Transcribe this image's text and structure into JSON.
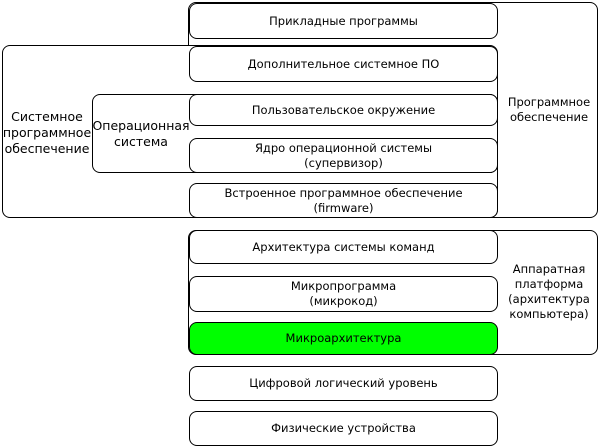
{
  "boxes": {
    "applied": "Прикладные программы",
    "extra_sys": "Дополнительное системное ПО",
    "user_env": "Пользовательское окружение",
    "kernel_l1": "Ядро операционной системы",
    "kernel_l2": "(супервизор)",
    "firmware_l1": "Встроенное программное обеспечение",
    "firmware_l2": "(firmware)",
    "isa": "Архитектура системы команд",
    "micro_l1": "Микропрограмма",
    "micro_l2": "(микрокод)",
    "microarch": "Микроархитектура",
    "digital_logic": "Цифровой логический уровень",
    "physical": "Физические устройства"
  },
  "labels": {
    "system_sw_l1": "Системное",
    "system_sw_l2": "программное",
    "system_sw_l3": "обеспечение",
    "os_l1": "Операционная",
    "os_l2": "система",
    "software_l1": "Программное",
    "software_l2": "обеспечение",
    "hw_l1": "Аппаратная",
    "hw_l2": "платформа",
    "hw_l3": "(архитектура",
    "hw_l4": "компьютера)"
  },
  "colors": {
    "highlight": "#00ff00",
    "border": "#000000"
  }
}
